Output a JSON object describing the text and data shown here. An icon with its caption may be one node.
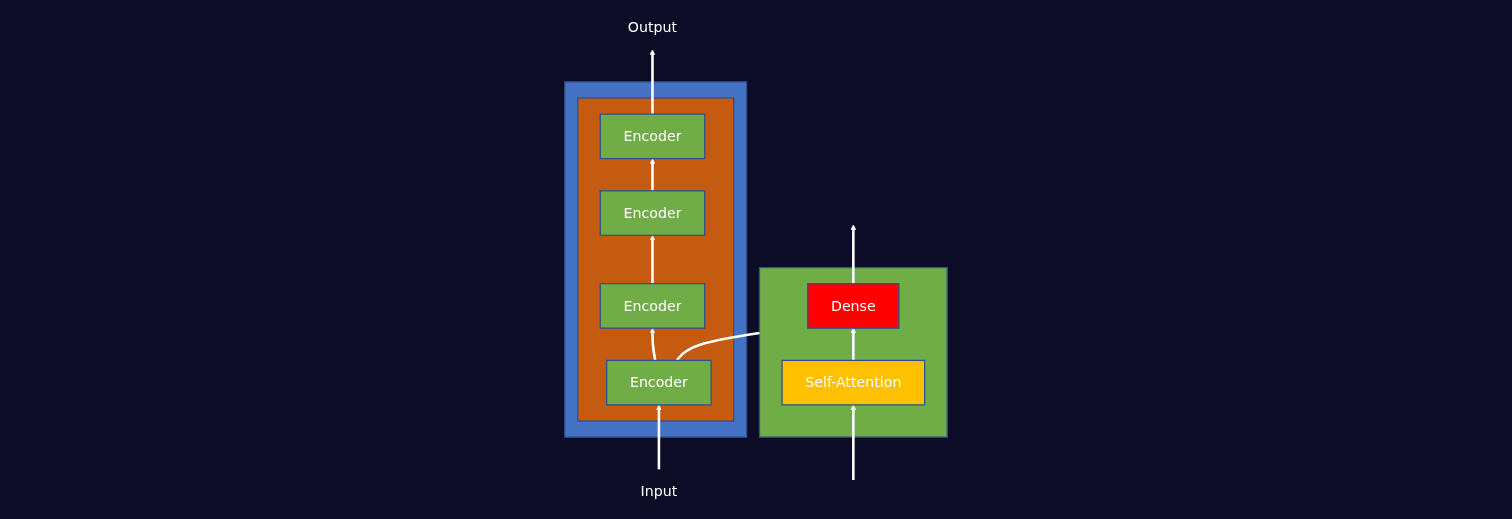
{
  "diagram": {
    "nodes": [
      {
        "text": [],
        "shape": "box"
      },
      {
        "text": [],
        "shape": "box",
        "in": 0
      },
      {
        "text": [
          "Encoder"
        ],
        "in": 1
      },
      {
        "text": [
          "Encoder"
        ],
        "in": 1
      },
      {
        "text": [
          "Encoder"
        ],
        "in": 1
      },
      {
        "text": [
          "Encoder"
        ],
        "in": 1
      },
      {
        "text": [
          "Output"
        ]
      },
      {
        "text": [
          "Input"
        ]
      },
      {
        "text": [],
        "shape": "box"
      },
      {
        "text": [
          "Dense"
        ],
        "in": 8
      },
      {
        "text": [
          "Self-Attention"
        ],
        "in": 8
      }
    ],
    "edges": [
      {
        "from": 7,
        "to": 5,
        "arrow": "to"
      },
      {
        "from": 5,
        "to": 4,
        "arrow": "to"
      },
      {
        "from": 4,
        "to": 3,
        "arrow": "to"
      },
      {
        "from": 3,
        "to": 2,
        "arrow": "to"
      },
      {
        "from": 2,
        "to": 6,
        "arrow": "to"
      },
      {
        "from": 5,
        "to": 8,
        "arrow": "none"
      },
      {
        "from": null,
        "to": 10,
        "arrow": "to"
      },
      {
        "from": 10,
        "to": 9,
        "arrow": "to"
      },
      {
        "from": 9,
        "to": null,
        "arrow": "to"
      }
    ]
  }
}
